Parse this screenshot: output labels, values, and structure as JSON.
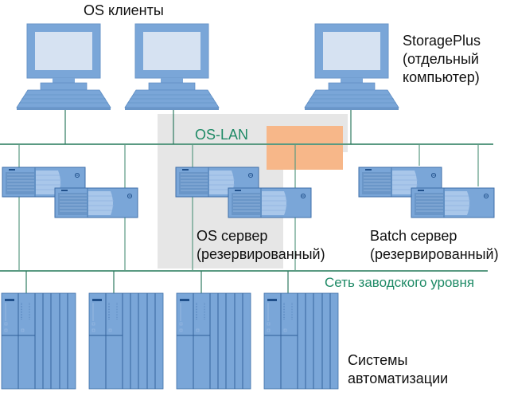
{
  "title": "OS клиенты",
  "storage": {
    "name": "StoragePlus",
    "line1": "(отдельный",
    "line2": "компьютер)"
  },
  "networks": {
    "os_lan": "OS-LAN",
    "plant_bus": "Сеть заводского уровня"
  },
  "os_server": {
    "line1": "OS сервер",
    "line2": "(резервированный)"
  },
  "batch_server": {
    "line1": "Batch сервер",
    "line2": "(резервированный)"
  },
  "automation": {
    "line1": "Системы",
    "line2": "автоматизации"
  },
  "colors": {
    "device_blue": "#7aa6d8",
    "device_outline": "#3d6ea8",
    "screen": "#d6e2f2",
    "network_line": "#5a9a82",
    "network_text": "#1e8a66",
    "highlight_gray": "#e6e6e6",
    "highlight_orange": "#f7b789"
  },
  "icons": {
    "client": "computer-icon",
    "server": "rack-server-icon",
    "plc": "plc-rack-icon"
  }
}
